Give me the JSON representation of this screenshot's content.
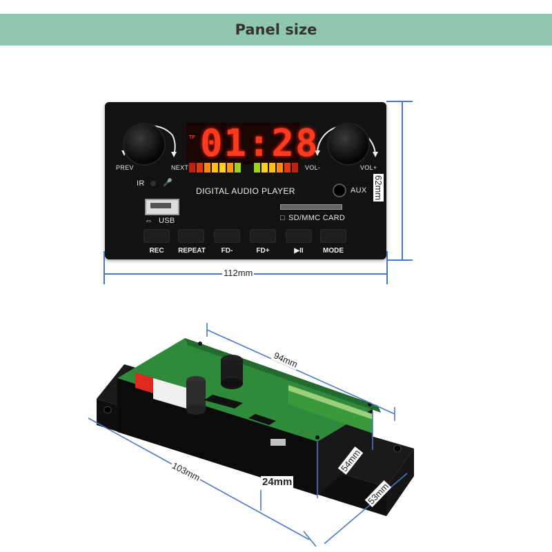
{
  "banner": {
    "title": "Panel size"
  },
  "panel": {
    "knob_left": {
      "label_left": "PREV",
      "label_right": "NEXT"
    },
    "knob_right": {
      "label_left": "VOL-",
      "label_right": "VOL+"
    },
    "display": {
      "time": "01:28",
      "indicator": "TF"
    },
    "ir_label": "IR",
    "title": "DIGITAL AUDIO PLAYER",
    "aux_label": "AUX",
    "usb_label": "USB",
    "sd_label": "SD/MMC CARD",
    "buttons": [
      "REC",
      "REPEAT",
      "FD-",
      "FD+",
      "▶II",
      "MODE"
    ]
  },
  "dimensions": {
    "panel_width": "112mm",
    "panel_height": "62mm",
    "board_width": "94mm",
    "frame_width": "103mm",
    "board_depth": "54mm",
    "frame_depth": "53mm",
    "thickness": "24mm"
  },
  "colors": {
    "banner": "#8fc7b0",
    "dim_line": "#4a78c8",
    "display": "#ff3a1e",
    "pcb": "#2f8a3c"
  }
}
